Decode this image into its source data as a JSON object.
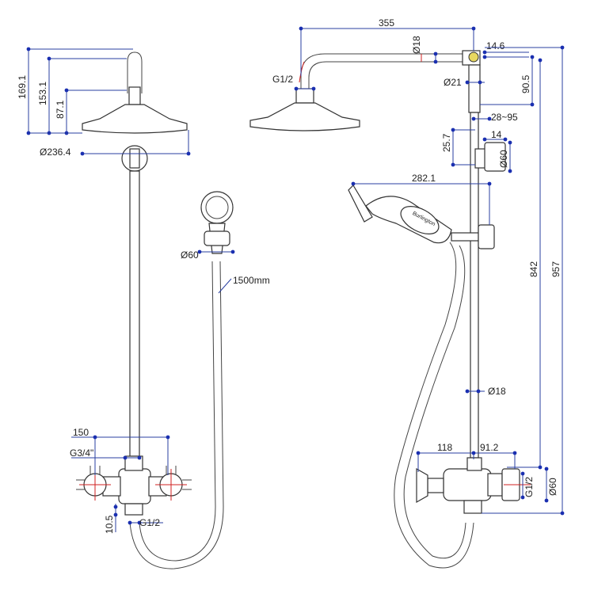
{
  "colors": {
    "dimension": "#2a3fa0",
    "marker": "#1a2fb0",
    "outline": "#333333",
    "accent": "#d02020"
  },
  "front_view": {
    "dims": {
      "h169": "169.1",
      "h153": "153.1",
      "h87": "87.1",
      "d236": "Ø236.4",
      "d60": "Ø60",
      "hose": "1500mm",
      "w150": "150",
      "g34": "G3/4\"",
      "h10": "10.5",
      "g12": "G1/2"
    }
  },
  "side_view": {
    "dims": {
      "w355": "355",
      "d18top": "Ø18",
      "h14": "14.6",
      "g12": "G1/2",
      "d21": "Ø21",
      "h90": "90.5",
      "r2895": "28~95",
      "h25": "25.7",
      "w14": "14",
      "d60a": "Ø60",
      "w282": "282.1",
      "h842": "842",
      "h957": "957",
      "d18bar": "Ø18",
      "w118": "118",
      "w91": "91.2",
      "g12b": "G1/2",
      "d60b": "Ø60"
    },
    "handset_brand": "Burlington"
  }
}
